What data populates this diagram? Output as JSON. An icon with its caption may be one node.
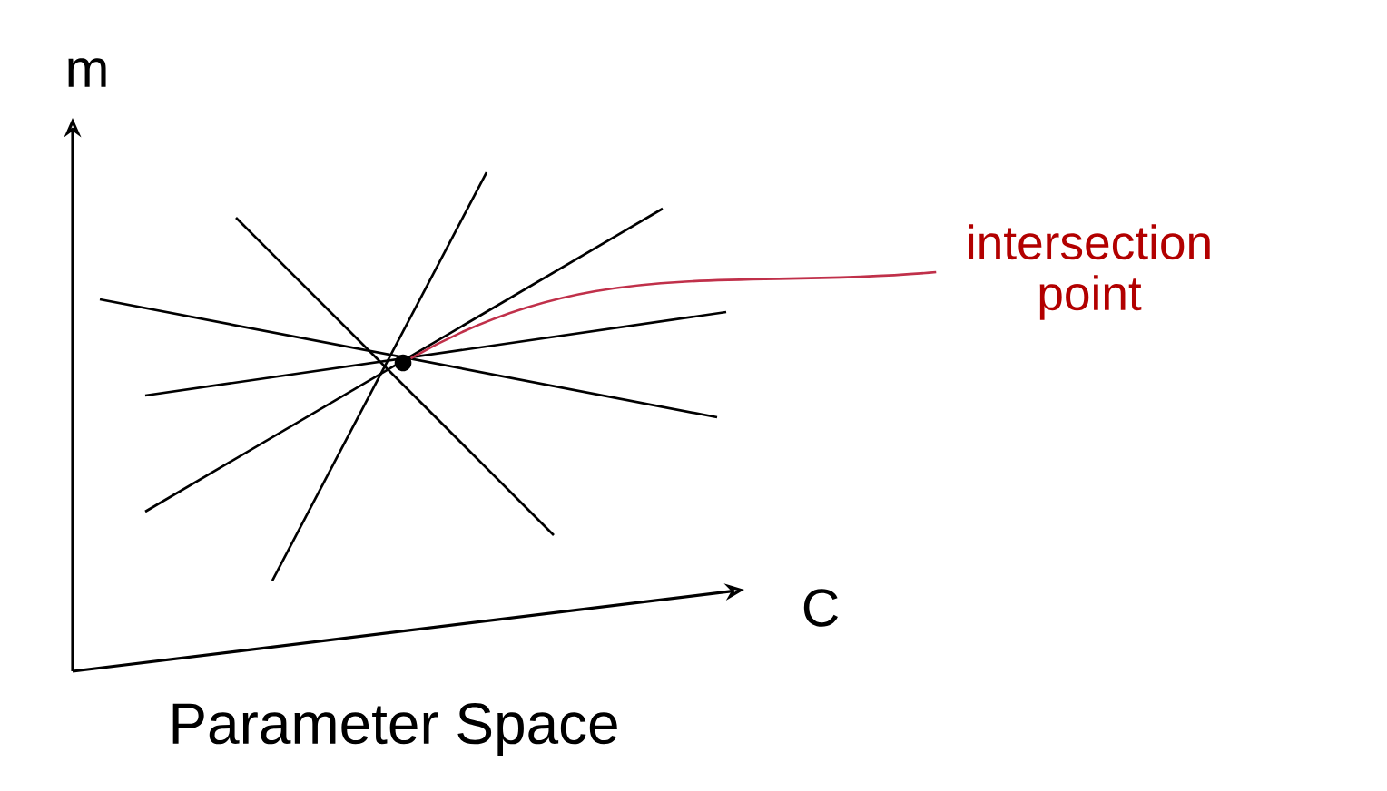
{
  "diagram": {
    "caption": "Parameter Space",
    "nodes": [
      {
        "text": [],
        "shape": "circle"
      },
      {
        "text": [
          "intersection point"
        ]
      }
    ],
    "edges": [
      {
        "from": 1,
        "to": 0,
        "arrow": "none",
        "color": "#c0304a"
      }
    ],
    "labels": [
      "m",
      "C"
    ]
  }
}
